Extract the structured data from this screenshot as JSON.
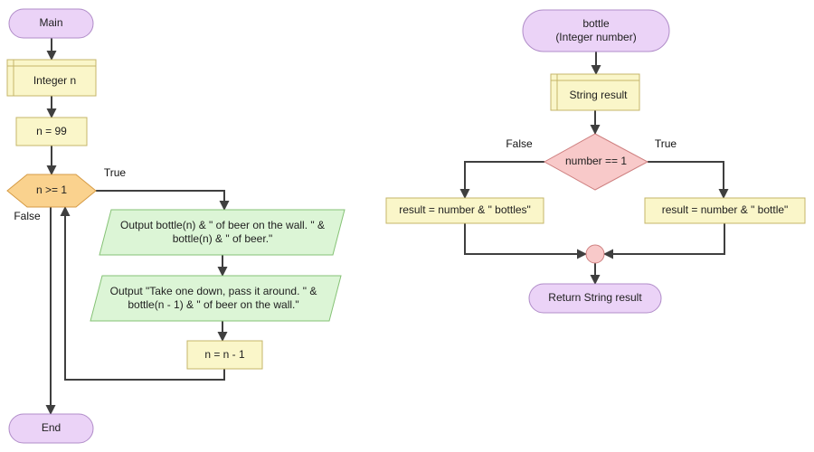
{
  "colors": {
    "terminal_fill": "#EBD3F7",
    "terminal_border": "#B08CC8",
    "process_fill": "#FAF6C9",
    "process_border": "#C5B569",
    "loop_hexagon_fill": "#FAD28E",
    "loop_hexagon_border": "#D59B45",
    "io_fill": "#DCF5D6",
    "io_border": "#85C275",
    "decision_fill": "#F8C9C9",
    "decision_border": "#CE8080",
    "merge_dot_fill": "#F8C9C9",
    "line": "#3F3F3F"
  },
  "main_flow": {
    "start_label": "Main",
    "declaration_label": "Integer n",
    "init_label": "n = 99",
    "condition_label": "n >= 1",
    "condition_true_label": "True",
    "condition_false_label": "False",
    "output_wall_label": "Output bottle(n) & \" of beer on the wall. \" & bottle(n) & \" of beer.\"",
    "output_take_label": "Output \"Take one down, pass it around. \" & bottle(n - 1) & \" of beer on the wall.\"",
    "decrement_label": "n = n - 1",
    "end_label": "End"
  },
  "bottle_function": {
    "start_label": "bottle\n(Integer number)",
    "declaration_label": "String result",
    "condition_label": "number == 1",
    "condition_false_label": "False",
    "condition_true_label": "True",
    "false_branch_label": "result = number & \" bottles\"",
    "true_branch_label": "result = number & \" bottle\"",
    "return_label": "Return String result"
  }
}
